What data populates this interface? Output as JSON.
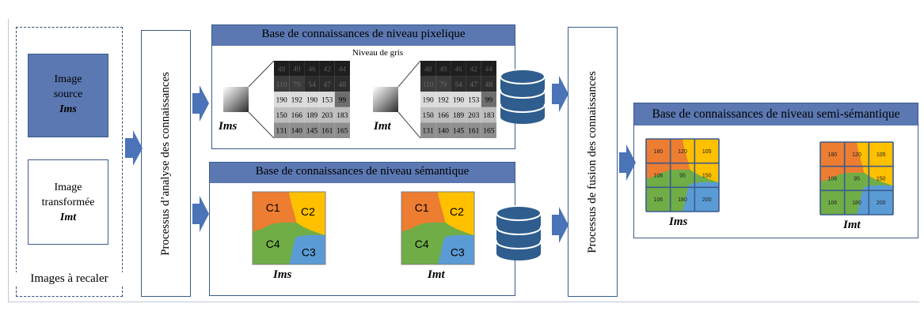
{
  "left_group": {
    "label": "Images à recaler",
    "source_image": {
      "line1": "Image",
      "line2": "source",
      "name": "Ims"
    },
    "transformed_image": {
      "line1": "Image",
      "line2": "transformée",
      "name": "Imt"
    }
  },
  "analysis_process": {
    "label": "Processus d’analyse des connaissances"
  },
  "fusion_process": {
    "label": "Processus de fusion des connaissances"
  },
  "pixel_panel": {
    "title": "Base de connaissances de niveau pixelique",
    "gray_label": "Niveau de gris",
    "grid": [
      [
        "48",
        "49",
        "46",
        "42",
        "44"
      ],
      [
        "110",
        "79",
        "54",
        "47",
        "48"
      ],
      [
        "190",
        "192",
        "190",
        "153",
        "99"
      ],
      [
        "150",
        "166",
        "189",
        "203",
        "183"
      ],
      [
        "131",
        "140",
        "145",
        "161",
        "165"
      ]
    ],
    "label_left": "Ims",
    "label_right": "Imt"
  },
  "semantic_panel": {
    "title": "Base de connaissances de niveau sémantique",
    "regions": [
      "C1",
      "C2",
      "C3",
      "C4"
    ],
    "label_left": "Ims",
    "label_right": "Imt"
  },
  "semi_panel": {
    "title": "Base de connaissances de niveau semi-sémantique",
    "grid": [
      [
        "180",
        "120",
        "105"
      ],
      [
        "106",
        "95",
        "150"
      ],
      [
        "106",
        "180",
        "200"
      ]
    ],
    "label_left": "Ims",
    "label_right": "Imt"
  },
  "colors": {
    "arrow": "#4a73b8",
    "source_fill": "#5b78b2",
    "orange": "#ed7d31",
    "yellow": "#ffc000",
    "green": "#70ad47",
    "blue": "#5b9bd5",
    "db": "#2e5d8e"
  }
}
